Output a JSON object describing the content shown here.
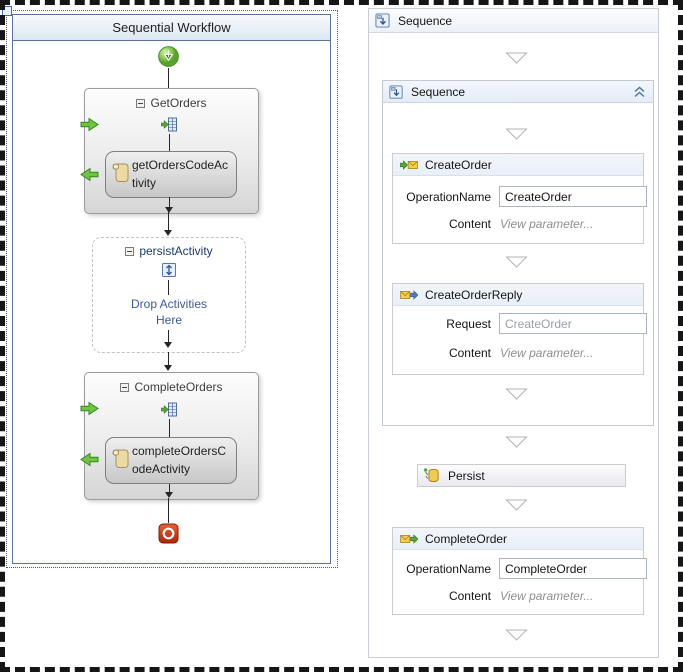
{
  "left_panel": {
    "title": "Sequential Workflow",
    "get_orders": {
      "title": "GetOrders",
      "child_line1": "getOrdersCodeAc",
      "child_line2": "tivity"
    },
    "persist_activity": {
      "title": "persistActivity",
      "drop_line1": "Drop Activities",
      "drop_line2": "Here"
    },
    "complete_orders": {
      "title": "CompleteOrders",
      "child_line1": "completeOrdersC",
      "child_line2": "odeActivity"
    }
  },
  "right_panel": {
    "outer_sequence_title": "Sequence",
    "inner_sequence_title": "Sequence",
    "create_order": {
      "title": "CreateOrder",
      "operation_label": "OperationName",
      "operation_value": "CreateOrder",
      "content_label": "Content",
      "content_value": "View parameter..."
    },
    "create_order_reply": {
      "title": "CreateOrderReply",
      "request_label": "Request",
      "request_value": "CreateOrder",
      "content_label": "Content",
      "content_value": "View parameter..."
    },
    "persist": {
      "title": "Persist"
    },
    "complete_order": {
      "title": "CompleteOrder",
      "operation_label": "OperationName",
      "operation_value": "CompleteOrder",
      "content_label": "Content",
      "content_value": "View parameter..."
    }
  },
  "icons": {
    "start": "green-circle-down-arrow",
    "stop": "red-square-ring",
    "sequence": "blue-box-down-arrow",
    "receive_envelope": "green-arrow-into-envelope",
    "reply_envelope": "envelope-blue-arrow-right",
    "send_envelope": "envelope-green-arrow-right",
    "persist_db": "yellow-cylinder",
    "code_scroll": "tan-scroll",
    "collapse": "minus-box",
    "chevron": "double-chevron-up"
  },
  "colors": {
    "panel_border": "#5a7399",
    "persist_text": "#1c3a6a",
    "drop_text": "#3c5a96",
    "start_green": "#6fbf3c",
    "stop_red": "#c63a12",
    "placeholder_gray": "#8f8f8f"
  }
}
